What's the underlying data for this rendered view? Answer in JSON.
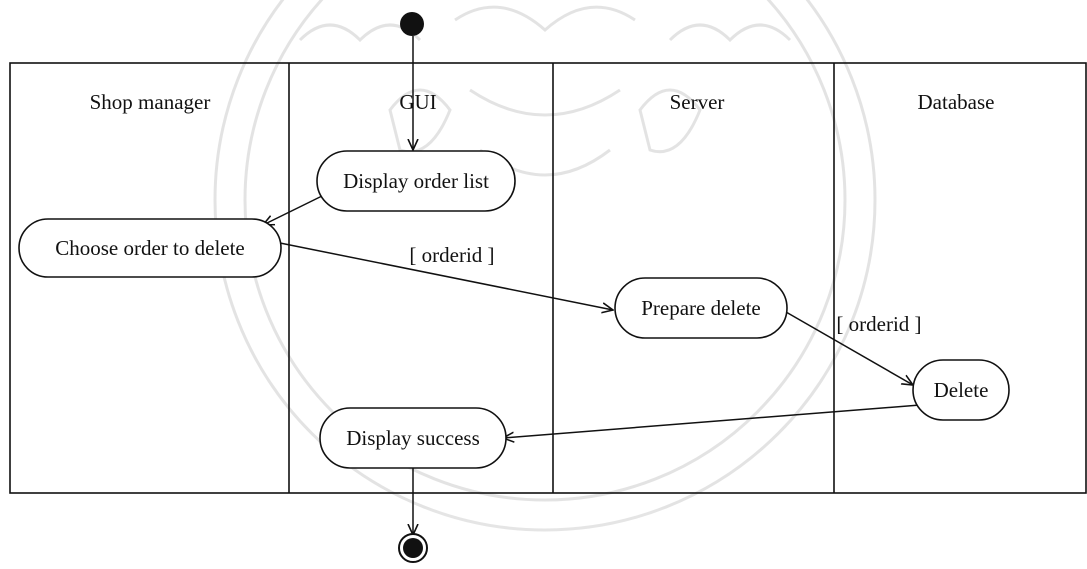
{
  "diagram": {
    "lanes": [
      {
        "id": "shop-manager",
        "title": "Shop manager"
      },
      {
        "id": "gui",
        "title": "GUI"
      },
      {
        "id": "server",
        "title": "Server"
      },
      {
        "id": "database",
        "title": "Database"
      }
    ],
    "activities": [
      {
        "id": "display-order-list",
        "label": "Display order list"
      },
      {
        "id": "choose-order-to-delete",
        "label": "Choose order to delete"
      },
      {
        "id": "prepare-delete",
        "label": "Prepare delete"
      },
      {
        "id": "delete",
        "label": "Delete"
      },
      {
        "id": "display-success",
        "label": "Display success"
      }
    ],
    "guards": [
      {
        "id": "guard-1",
        "label": "[ orderid ]"
      },
      {
        "id": "guard-2",
        "label": "[ orderid ]"
      }
    ],
    "transitions": [
      {
        "from": "start",
        "to": "display-order-list"
      },
      {
        "from": "display-order-list",
        "to": "choose-order-to-delete"
      },
      {
        "from": "choose-order-to-delete",
        "to": "prepare-delete"
      },
      {
        "from": "prepare-delete",
        "to": "delete"
      },
      {
        "from": "delete",
        "to": "display-success"
      },
      {
        "from": "display-success",
        "to": "end"
      }
    ]
  }
}
